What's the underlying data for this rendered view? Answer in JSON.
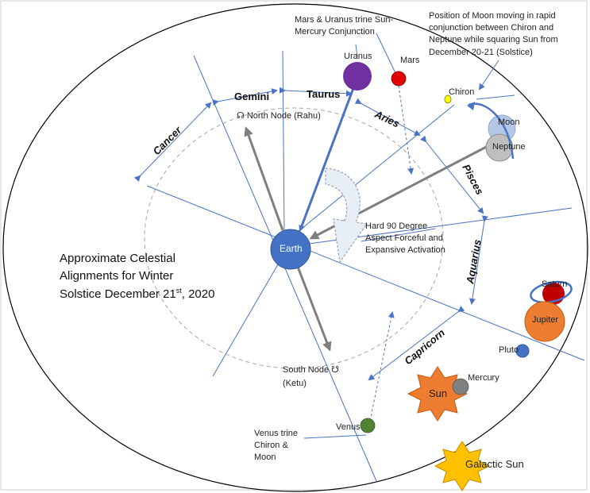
{
  "title": {
    "line1": "Approximate Celestial",
    "line2": "Alignments for Winter",
    "line3_pre": "Solstice December 21",
    "line3_sup": "st",
    "line3_post": ", 2020"
  },
  "bodies": {
    "earth": "Earth",
    "uranus": "Uranus",
    "mars": "Mars",
    "chiron": "Chiron",
    "moon": "Moon",
    "neptune": "Neptune",
    "saturn": "Saturn",
    "jupiter": "Jupiter",
    "pluto": "Pluto",
    "mercury": "Mercury",
    "sun": "Sun",
    "venus": "Venus",
    "galactic_sun": "Galactic Sun"
  },
  "nodes": {
    "north": "☊ North Node (Rahu)",
    "south_line1": "South Node ☋",
    "south_line2": "(Ketu)"
  },
  "zodiac": {
    "cancer": "Cancer",
    "gemini": "Gemini",
    "taurus": "Taurus",
    "aries": "Aries",
    "pisces": "Pisces",
    "aquarius": "Aquarius",
    "capricorn": "Capricorn"
  },
  "annotations": {
    "mars_uranus_1": "Mars & Uranus trine Sun-",
    "mars_uranus_2": "Mercury Conjunction",
    "moon_pos_1": "Position of Moon moving in rapid",
    "moon_pos_2": "conjunction between Chiron and",
    "moon_pos_3": "Neptune while squaring Sun from",
    "moon_pos_4": "December 20-21 (Solstice)",
    "hard90_1": "Hard 90 Degree",
    "hard90_2": "Aspect Forceful and",
    "hard90_3": "Expansive Activation",
    "venus_trine_1": "Venus trine",
    "venus_trine_2": "Chiron &",
    "venus_trine_3": "Moon"
  },
  "colors": {
    "line_blue": "#4a73c4",
    "earth": "#4472c4",
    "uranus": "#7030a0",
    "mars": "#e00000",
    "chiron": "#ffff00",
    "moon": "#b4c7e7",
    "neptune": "#bfbfbf",
    "saturn": "#c00000",
    "jupiter": "#ed7d31",
    "pluto": "#4472c4",
    "mercury": "#7f7f7f",
    "sun": "#ed7d31",
    "venus": "#548235",
    "galactic_sun": "#ffc000",
    "arrow_gray": "#7f7f7f"
  }
}
